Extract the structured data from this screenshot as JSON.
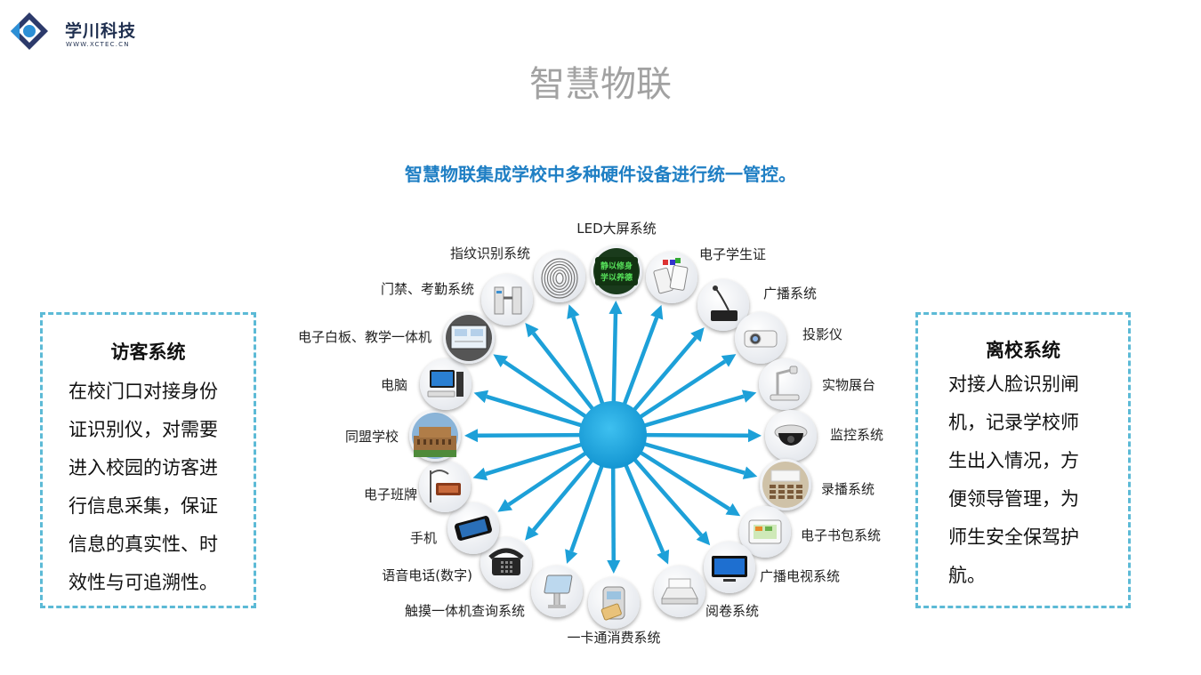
{
  "brand": {
    "name": "学川科技",
    "url": "WWW.XCTEC.CN"
  },
  "title": "智慧物联",
  "subtitle": "智慧物联集成学校中多种硬件设备进行统一管控。",
  "visitor": {
    "title": "访客系统",
    "lines": [
      "在校门口对接身份",
      "证识别仪，对需要",
      "进入校园的访客进",
      "行信息采集，保证",
      "信息的真实性、时",
      "效性与可追溯性。"
    ]
  },
  "leaving": {
    "title": "离校系统",
    "lines": [
      "对接人脸识别闸",
      "机，记录学校师",
      "生出入情况，方",
      "便领导管理，为",
      "师生安全保驾护",
      "航。"
    ]
  },
  "nodes": [
    {
      "label": "LED大屏系统",
      "icon": "led-screen-icon"
    },
    {
      "label": "电子学生证",
      "icon": "student-card-icon"
    },
    {
      "label": "广播系统",
      "icon": "broadcast-mic-icon"
    },
    {
      "label": "投影仪",
      "icon": "projector-icon"
    },
    {
      "label": "实物展台",
      "icon": "document-camera-icon"
    },
    {
      "label": "监控系统",
      "icon": "dome-camera-icon"
    },
    {
      "label": "录播系统",
      "icon": "classroom-icon"
    },
    {
      "label": "电子书包系统",
      "icon": "tablet-icon"
    },
    {
      "label": "广播电视系统",
      "icon": "tv-icon"
    },
    {
      "label": "阅卷系统",
      "icon": "scanner-icon"
    },
    {
      "label": "一卡通消费系统",
      "icon": "card-pos-icon"
    },
    {
      "label": "触摸一体机查询系统",
      "icon": "kiosk-icon"
    },
    {
      "label": "语音电话(数字)",
      "icon": "telephone-icon"
    },
    {
      "label": "手机",
      "icon": "smartphone-icon"
    },
    {
      "label": "电子班牌",
      "icon": "class-sign-icon"
    },
    {
      "label": "同盟学校",
      "icon": "school-building-icon"
    },
    {
      "label": "电脑",
      "icon": "computer-icon"
    },
    {
      "label": "电子白板、教学一体机",
      "icon": "whiteboard-icon"
    },
    {
      "label": "门禁、考勤系统",
      "icon": "turnstile-icon"
    },
    {
      "label": "指纹识别系统",
      "icon": "fingerprint-icon"
    }
  ],
  "led_text": [
    "静以修身",
    "学以养德"
  ],
  "colors": {
    "accent": "#1f7fc4",
    "arrow": "#1da0d8",
    "dash": "#5cbad6",
    "title": "#a2a2a2"
  }
}
